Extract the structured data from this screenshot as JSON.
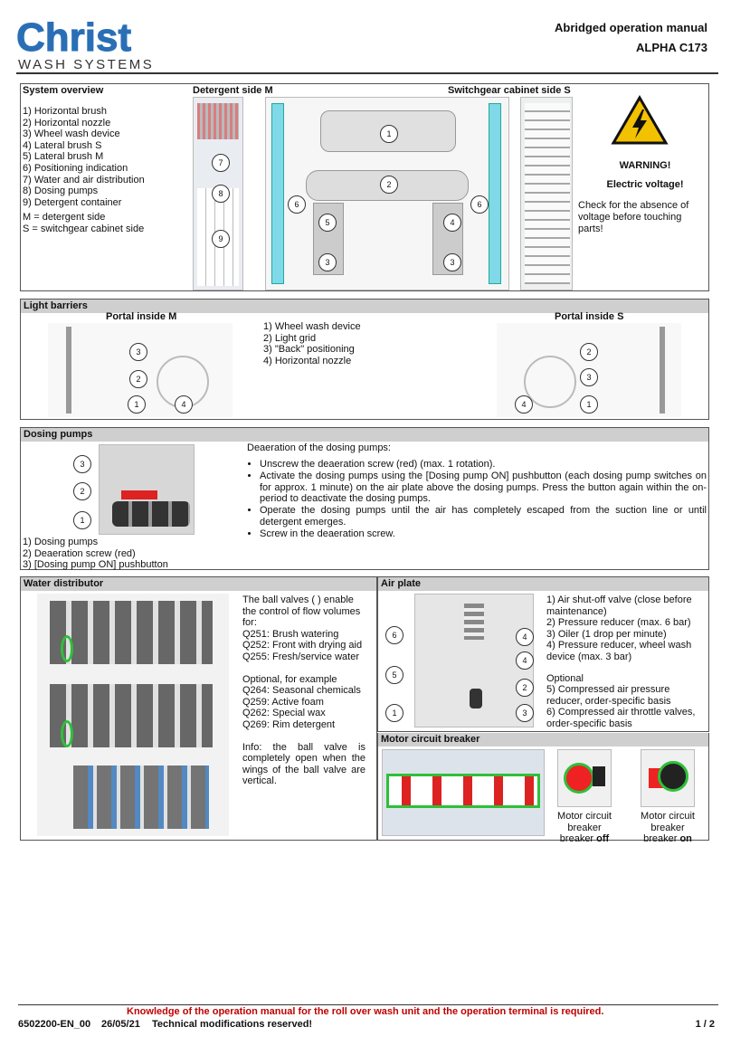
{
  "header": {
    "brand_name": "Christ",
    "brand_tagline": "WASH SYSTEMS",
    "doc_title": "Abridged operation manual",
    "model": "ALPHA C173"
  },
  "system_overview": {
    "title": "System overview",
    "items": [
      "1) Horizontal brush",
      "2) Horizontal nozzle",
      "3) Wheel wash device",
      "4) Lateral brush S",
      "5) Lateral brush M",
      "6) Positioning indication",
      "7) Water and air distribution",
      "8) Dosing pumps",
      "9) Detergent container"
    ],
    "legend_m": "M = detergent side",
    "legend_s": "S = switchgear cabinet side",
    "label_detergent": "Detergent side M",
    "label_switchgear": "Switchgear cabinet side S",
    "warning_title": "WARNING!",
    "warning_sub": "Electric voltage!",
    "warning_text": "Check for the absence of voltage before touching parts!",
    "callouts": [
      "1",
      "2",
      "3",
      "3",
      "4",
      "5",
      "6",
      "6",
      "7",
      "8",
      "9"
    ]
  },
  "light_barriers": {
    "title": "Light barriers",
    "portal_m": "Portal inside M",
    "portal_s": "Portal inside S",
    "items": [
      "1) Wheel wash device",
      "2) Light grid",
      "3) \"Back\" positioning",
      "4) Horizontal nozzle"
    ]
  },
  "dosing_pumps": {
    "title": "Dosing pumps",
    "intro": "Deaeration of the dosing pumps:",
    "bullets": [
      "Unscrew the deaeration screw (red) (max. 1 rotation).",
      "Activate the dosing pumps using the [Dosing pump ON] pushbutton (each dosing pump switches on for approx. 1 minute) on the air plate above the dosing pumps. Press the button again within the on-period to deactivate the dosing pumps.",
      "Operate the dosing pumps until the air has completely escaped from the suction line or until detergent emerges.",
      "Screw in the deaeration screw."
    ],
    "items": [
      "1) Dosing pumps",
      "2) Deaeration screw (red)",
      "3) [Dosing pump ON] pushbutton"
    ]
  },
  "water_distributor": {
    "title": "Water distributor",
    "text1": "The ball valves ( ) enable the control of flow volumes for:",
    "q_lines": [
      "Q251: Brush watering",
      "Q252: Front with drying aid",
      "Q255: Fresh/service water"
    ],
    "optional": "Optional, for example",
    "opt_lines": [
      "Q264: Seasonal chemicals",
      "Q259: Active foam",
      "Q262: Special wax",
      "Q269: Rim detergent"
    ],
    "info": "Info: the ball valve is completely open when the wings of the ball valve are vertical."
  },
  "air_plate": {
    "title": "Air plate",
    "items": [
      "1) Air shut-off valve (close before maintenance)",
      "2) Pressure reducer (max. 6 bar)",
      "3) Oiler (1 drop per minute)",
      "4) Pressure reducer, wheel wash device (max. 3 bar)"
    ],
    "optional": "Optional",
    "opt_items": [
      "5) Compressed air pressure reducer, order-specific basis",
      "6) Compressed air throttle valves, order-specific basis"
    ]
  },
  "motor_breaker": {
    "title": "Motor circuit breaker",
    "off_label": "Motor circuit breaker",
    "off_state": "off",
    "on_label": "Motor circuit breaker",
    "on_state": "on"
  },
  "footer": {
    "notice": "Knowledge of the operation manual for the roll over wash unit and the operation terminal is required.",
    "doc_no": "6502200-EN_00",
    "date": "26/05/21",
    "tech": "Technical modifications reserved!",
    "page": "1 / 2"
  },
  "colors": {
    "accent_blue": "#2a6fb6",
    "warning_yellow": "#f2c200",
    "arrow_orange": "#f4a020",
    "ring_green": "#2fbf3a",
    "footer_red": "#c00000"
  }
}
